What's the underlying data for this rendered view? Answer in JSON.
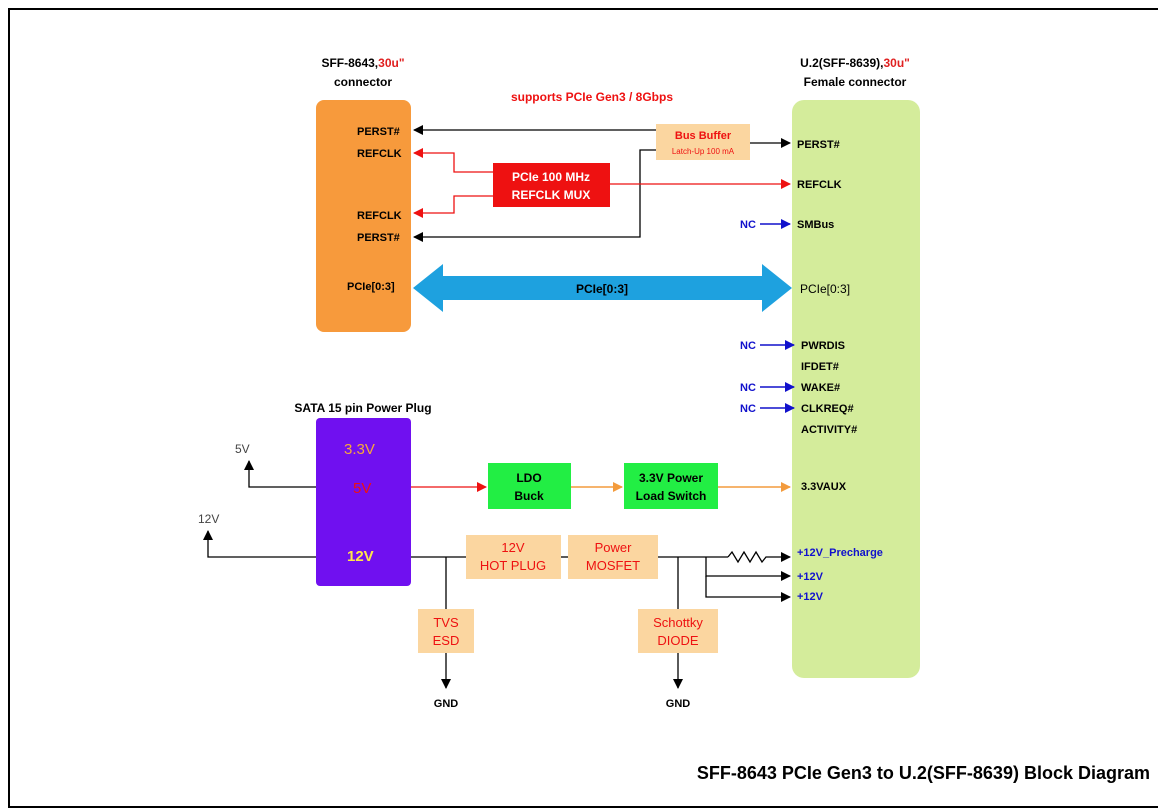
{
  "title": "SFF-8643 PCIe Gen3 to U.2(SFF-8639) Block Diagram",
  "header_note": "supports PCIe Gen3 / 8Gbps",
  "left_connector": {
    "name": "SFF-8643,",
    "plating": "30u\"",
    "line2": "connector",
    "pins": [
      "PERST#",
      "REFCLK",
      "REFCLK",
      "PERST#",
      "PCIe[0:3]"
    ]
  },
  "right_connector": {
    "name": "U.2(SFF-8639),",
    "plating": "30u\"",
    "line2": "Female connector",
    "pins": {
      "perst": "PERST#",
      "refclk": "REFCLK",
      "smbus": "SMBus",
      "pcie": "PCIe[0:3]",
      "pwrdis": "PWRDIS",
      "ifdet": "IFDET#",
      "wake": "WAKE#",
      "clkreq": "CLKREQ#",
      "activity": "ACTIVITY#",
      "aux": "3.3VAUX",
      "precharge": "+12V_Precharge",
      "v12a": "+12V",
      "v12b": "+12V"
    }
  },
  "nc_label": "NC",
  "bus_buffer": {
    "title": "Bus Buffer",
    "sub": "Latch-Up 100 mA"
  },
  "mux": {
    "line1": "PCIe 100 MHz",
    "line2": "REFCLK MUX"
  },
  "bus_label": "PCIe[0:3]",
  "sata": {
    "title": "SATA 15 pin Power Plug",
    "v33": "3.3V",
    "v5": "5V",
    "v12": "12V"
  },
  "rails": {
    "five": "5V",
    "twelve": "12V"
  },
  "ldo": {
    "line1": "LDO",
    "line2": "Buck"
  },
  "load_switch": {
    "line1": "3.3V Power",
    "line2": "Load Switch"
  },
  "hot_plug": {
    "line1": "12V",
    "line2": "HOT PLUG"
  },
  "mosfet": {
    "line1": "Power",
    "line2": "MOSFET"
  },
  "tvs": {
    "line1": "TVS",
    "line2": "ESD"
  },
  "schottky": {
    "line1": "Schottky",
    "line2": "DIODE"
  },
  "gnd_label": "GND",
  "colors": {
    "orange": "#f79a3c",
    "green": "#d4ec9b",
    "red": "#ee1111",
    "purple": "#7010f0",
    "tan": "#fbd6a0",
    "bright_green": "#22ee44",
    "blue_arrow": "#1ea1df",
    "nc_blue": "#1111cc"
  }
}
